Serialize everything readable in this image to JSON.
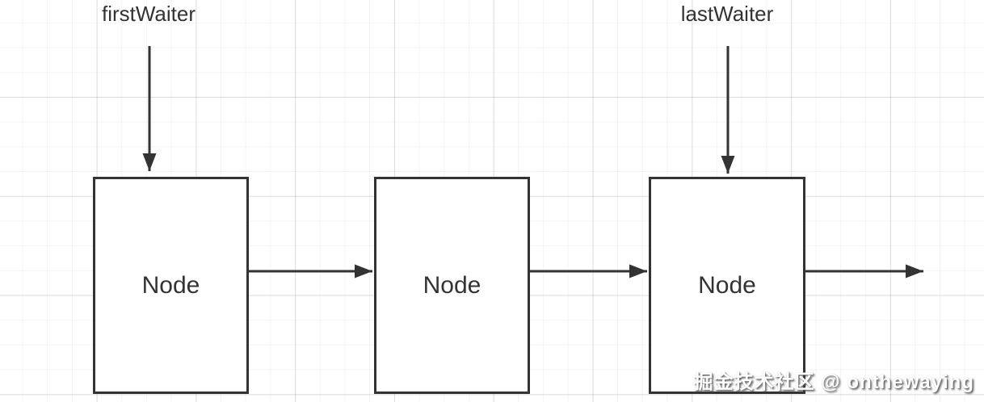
{
  "diagram": {
    "type": "linked-list",
    "pointers": {
      "first": {
        "label": "firstWaiter",
        "points_to": "node-1"
      },
      "last": {
        "label": "lastWaiter",
        "points_to": "node-3"
      }
    },
    "nodes": [
      {
        "id": "node-1",
        "label": "Node"
      },
      {
        "id": "node-2",
        "label": "Node"
      },
      {
        "id": "node-3",
        "label": "Node"
      }
    ],
    "edges": [
      {
        "from": "node-1",
        "to": "node-2"
      },
      {
        "from": "node-2",
        "to": "node-3"
      },
      {
        "from": "node-3",
        "to": "next (off-canvas)"
      }
    ]
  },
  "watermark": {
    "text": "掘金技术社区 @ onthewaying"
  },
  "colors": {
    "background": "#ffffff",
    "grid_minor": "#f3f3f3",
    "grid_major": "#e6e6e6",
    "line": "#333333",
    "node_border": "#333333",
    "node_fill": "#ffffff",
    "text": "#333333",
    "watermark_text": "#ffffff"
  }
}
